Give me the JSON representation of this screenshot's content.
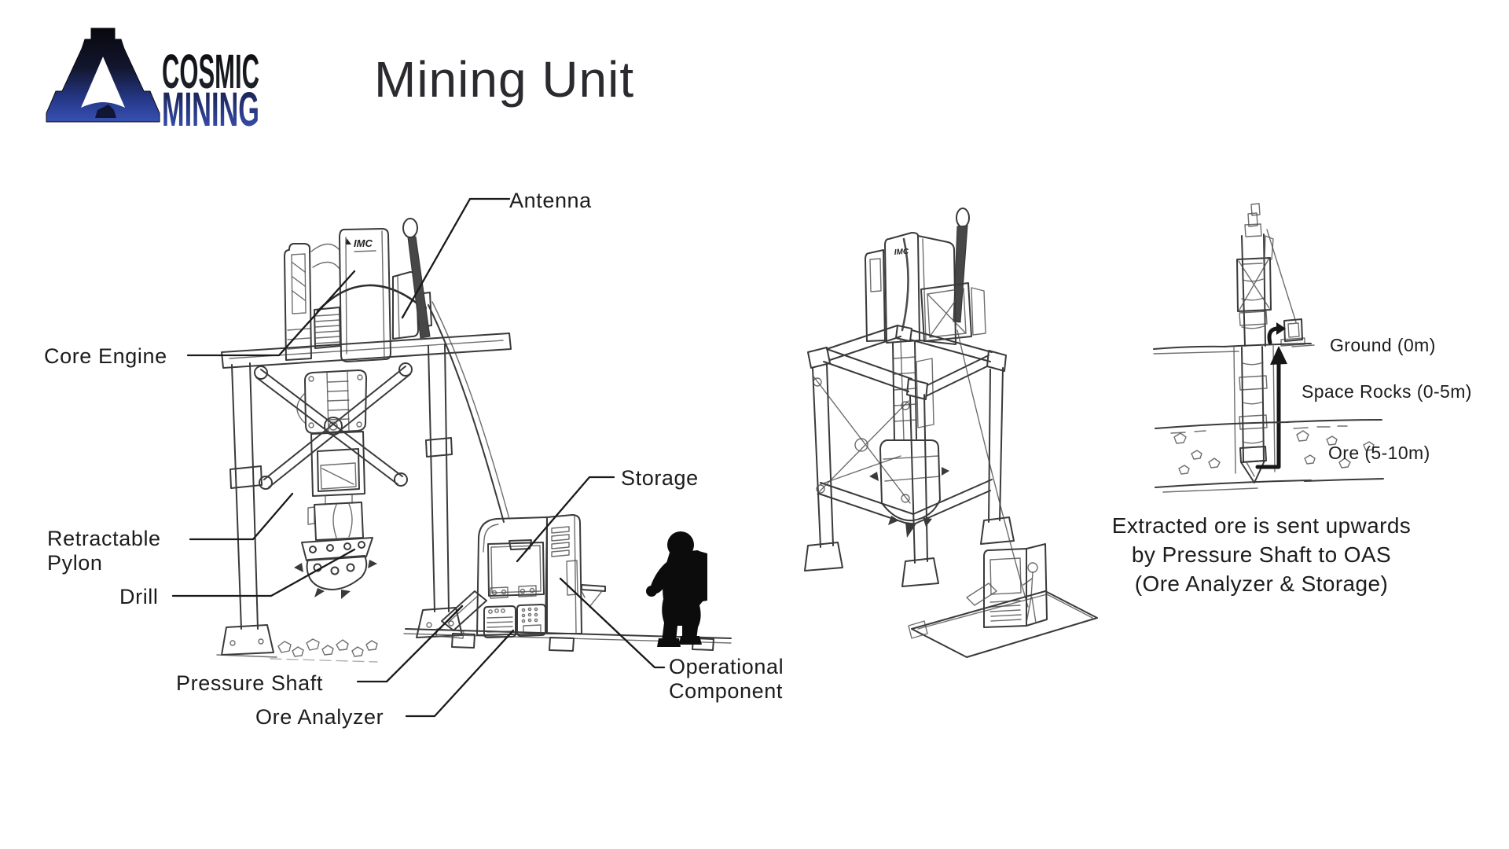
{
  "header": {
    "brand": {
      "word1": "COSMIC",
      "word2": "MINING"
    },
    "title": "Mining Unit"
  },
  "side_view": {
    "machine_brand": "IMC",
    "labels": {
      "antenna": "Antenna",
      "core_engine": "Core Engine",
      "retractable_pylon": "Retractable Pylon",
      "drill": "Drill",
      "pressure_shaft": "Pressure Shaft",
      "ore_analyzer": "Ore Analyzer",
      "storage": "Storage",
      "operational_component": "Operational Component"
    }
  },
  "depth_view": {
    "labels": {
      "ground": "Ground (0m)",
      "space_rocks": "Space Rocks (0-5m)",
      "ore": "Ore (5-10m)"
    },
    "caption": [
      "Extracted ore is sent upwards",
      "by Pressure Shaft to OAS",
      "(Ore Analyzer & Storage)"
    ]
  },
  "colors": {
    "ink": "#3a3a3a",
    "label_ink": "#1c1c1e",
    "brand_blue": "#2e3f9e"
  }
}
